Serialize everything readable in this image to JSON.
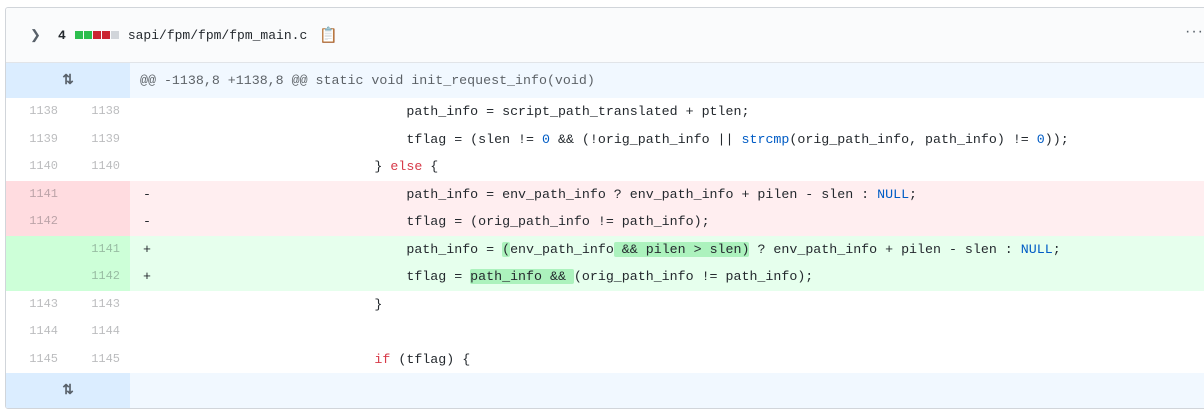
{
  "header": {
    "change_count": "4",
    "file_path": "sapi/fpm/fpm/fpm_main.c",
    "diffstat": [
      "add",
      "add",
      "del",
      "del",
      "neutral"
    ],
    "colors": {
      "add": "#2cbe4e",
      "del": "#cb2431",
      "neutral": "#d1d5da"
    }
  },
  "hunk": {
    "text": "@@ -1138,8 +1138,8 @@ static void init_request_info(void)"
  },
  "lines": [
    {
      "type": "ctx",
      "old": "1138",
      "new": "1138",
      "marker": "",
      "segs": [
        {
          "t": "                              path_info = script_path_translated + ptlen;"
        }
      ]
    },
    {
      "type": "ctx",
      "old": "1139",
      "new": "1139",
      "marker": "",
      "segs": [
        {
          "t": "                              tflag = (slen != "
        },
        {
          "t": "0",
          "c": "c"
        },
        {
          "t": " && (!orig_path_info || "
        },
        {
          "t": "strcmp",
          "c": "c"
        },
        {
          "t": "(orig_path_info, path_info) != "
        },
        {
          "t": "0",
          "c": "c"
        },
        {
          "t": "));"
        }
      ]
    },
    {
      "type": "ctx",
      "old": "1140",
      "new": "1140",
      "marker": "",
      "segs": [
        {
          "t": "                          } "
        },
        {
          "t": "else",
          "c": "kw"
        },
        {
          "t": " {"
        }
      ]
    },
    {
      "type": "del",
      "old": "1141",
      "new": "",
      "marker": "-",
      "segs": [
        {
          "t": "                              path_info = env_path_info ? env_path_info + pilen - slen : "
        },
        {
          "t": "NULL",
          "c": "c"
        },
        {
          "t": ";"
        }
      ]
    },
    {
      "type": "del",
      "old": "1142",
      "new": "",
      "marker": "-",
      "segs": [
        {
          "t": "                              tflag = (orig_path_info != path_info);"
        }
      ]
    },
    {
      "type": "add",
      "old": "",
      "new": "1141",
      "marker": "+",
      "segs": [
        {
          "t": "                              path_info = "
        },
        {
          "t": "(",
          "c": "x"
        },
        {
          "t": "env_path_info"
        },
        {
          "t": " && pilen > slen)",
          "c": "x"
        },
        {
          "t": " ? env_path_info + pilen - slen : "
        },
        {
          "t": "NULL",
          "c": "c"
        },
        {
          "t": ";"
        }
      ]
    },
    {
      "type": "add",
      "old": "",
      "new": "1142",
      "marker": "+",
      "segs": [
        {
          "t": "                              tflag = "
        },
        {
          "t": "path_info && ",
          "c": "x"
        },
        {
          "t": "(orig_path_info != path_info);"
        }
      ]
    },
    {
      "type": "ctx",
      "old": "1143",
      "new": "1143",
      "marker": "",
      "segs": [
        {
          "t": "                          }"
        }
      ]
    },
    {
      "type": "ctx",
      "old": "1144",
      "new": "1144",
      "marker": "",
      "segs": [
        {
          "t": ""
        }
      ]
    },
    {
      "type": "ctx",
      "old": "1145",
      "new": "1145",
      "marker": "",
      "segs": [
        {
          "t": "                          "
        },
        {
          "t": "if",
          "c": "kw"
        },
        {
          "t": " (tflag) {"
        }
      ]
    }
  ]
}
